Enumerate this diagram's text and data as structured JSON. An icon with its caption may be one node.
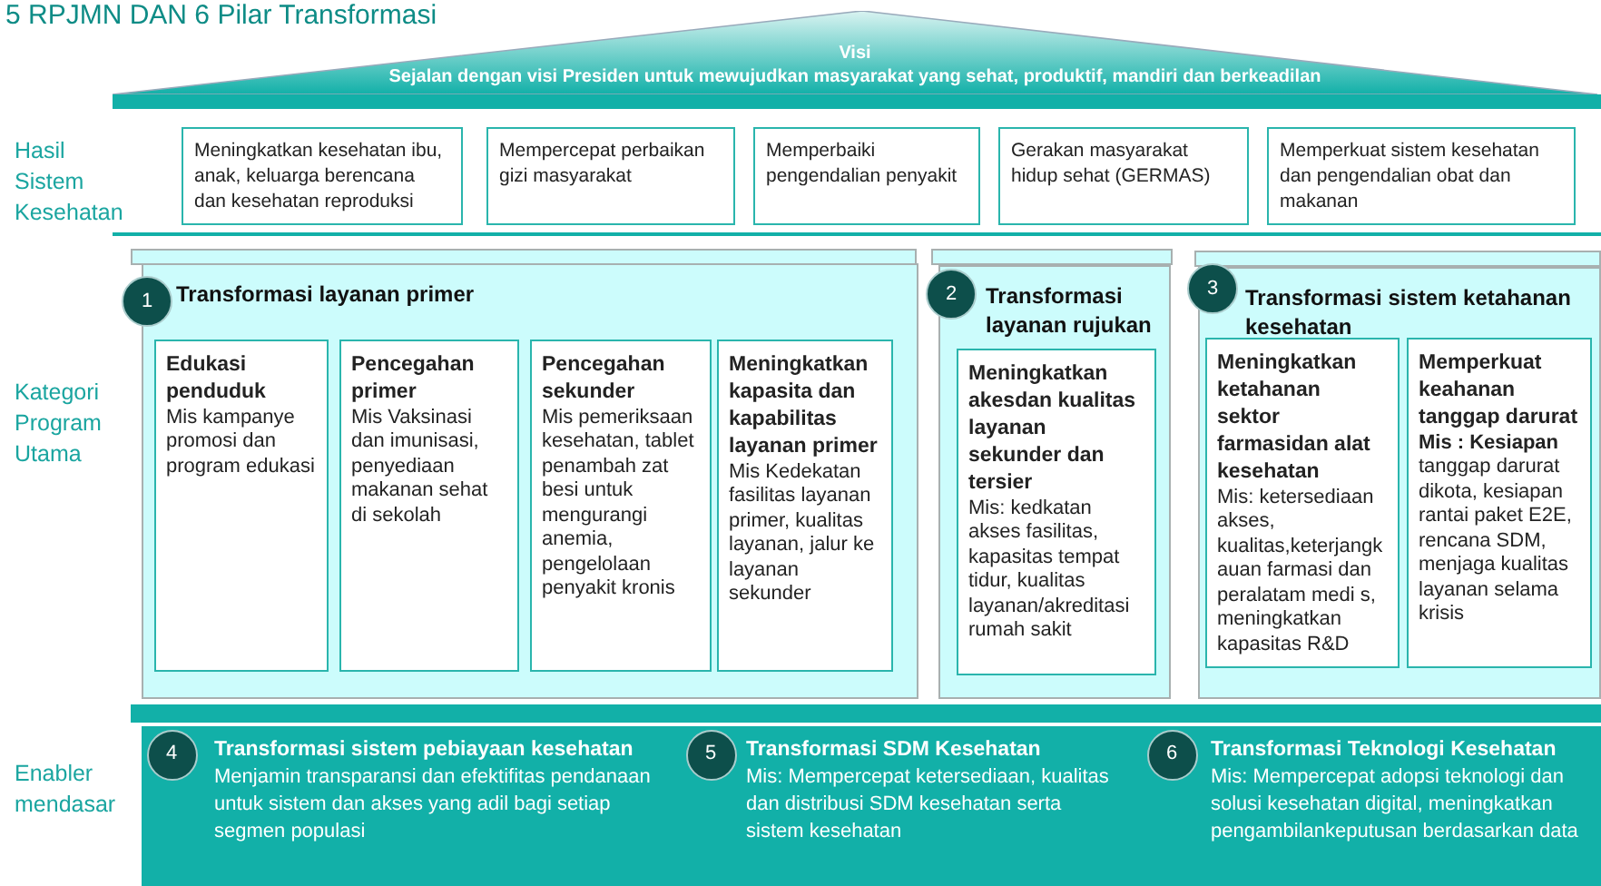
{
  "diagram": {
    "title": "5 RPJMN DAN 6 Pilar Transformasi",
    "nodes": [
      {
        "text": [
          "Visi",
          "Sejalan dengan visi Presiden untuk mewujudkan masyarakat yang sehat, produktif, mandiri dan berkeadilan"
        ]
      },
      {
        "text": [
          "Meningkatkan kesehatan ibu, anak, keluarga berencana dan kesehatan reproduksi"
        ]
      },
      {
        "text": [
          "Mempercepat perbaikan gizi masyarakat"
        ]
      },
      {
        "text": [
          "Memperbaiki pengendalian penyakit"
        ]
      },
      {
        "text": [
          "Gerakan masyarakat hidup sehat (GERMAS)"
        ]
      },
      {
        "text": [
          "Memperkuat sistem kesehatan dan pengendalian obat dan makanan"
        ]
      },
      {
        "text": [
          "1"
        ]
      },
      {
        "text": [
          "Transformasi layanan primer"
        ]
      },
      {
        "text": [
          "Edukasi penduduk",
          "Mis kampanye promosi dan program edukasi"
        ],
        "in": 7
      },
      {
        "text": [
          "Pencegahan primer",
          "Mis Vaksinasi dan imunisasi, penyediaan makanan sehat di sekolah"
        ],
        "in": 7
      },
      {
        "text": [
          "Pencegahan sekunder",
          "Mis pemeriksaan kesehatan, tablet penambah zat besi untuk mengurangi anemia, pengelolaan penyakit kronis"
        ],
        "in": 7
      },
      {
        "text": [
          "Meningkatkan kapasita dan kapabilitas layanan primer",
          "Mis Kedekatan fasilitas layanan primer, kualitas layanan, jalur ke layanan sekunder"
        ],
        "in": 7
      },
      {
        "text": [
          "2"
        ]
      },
      {
        "text": [
          "Transformasi layanan rujukan"
        ]
      },
      {
        "text": [
          "Meningkatkan akesdan kualitas layanan sekunder dan tersier",
          "Mis: kedkatan akses fasilitas, kapasitas tempat tidur, kualitas layanan/akreditasi rumah sakit"
        ],
        "in": 13
      },
      {
        "text": [
          "3"
        ]
      },
      {
        "text": [
          "Transformasi sistem ketahanan kesehatan"
        ]
      },
      {
        "text": [
          "Meningkatkan ketahanan sektor farmasidan alat kesehatan",
          "Mis: ketersediaan akses, kualitas,keterjangkauan farmasi dan peralatam medi s, meningkatkan kapasitas R&D"
        ],
        "in": 16
      },
      {
        "text": [
          "Memperkuat keahanan tanggap darurat",
          "**Mis : Kesiapan** tanggap darurat dikota, kesiapan rantai paket E2E, rencana SDM, menjaga kualitas layanan selama krisis"
        ],
        "in": 16
      },
      {
        "text": [
          "4"
        ],
        "in": 20
      },
      {
        "text": [
          "Transformasi sistem pebiayaan kesehatan",
          "Menjamin transparansi dan efektifitas pendanaan untuk sistem dan akses yang adil bagi setiap segmen populasi"
        ]
      },
      {
        "text": [
          "5"
        ],
        "in": 22
      },
      {
        "text": [
          "Transformasi SDM Kesehatan",
          "Mis: Mempercepat ketersediaan, kualitas dan distribusi SDM kesehatan serta sistem kesehatan"
        ]
      },
      {
        "text": [
          "6"
        ],
        "in": 24
      },
      {
        "text": [
          "Transformasi Teknologi Kesehatan",
          "Mis: Mempercepat adopsi teknologi dan solusi kesehatan digital, meningkatkan pengambilankeputusan berdasarkan data"
        ]
      }
    ],
    "labels": [
      "Hasil Sistem Kesehatan",
      "Kategori Program Utama",
      "Enabler mendasar"
    ]
  }
}
